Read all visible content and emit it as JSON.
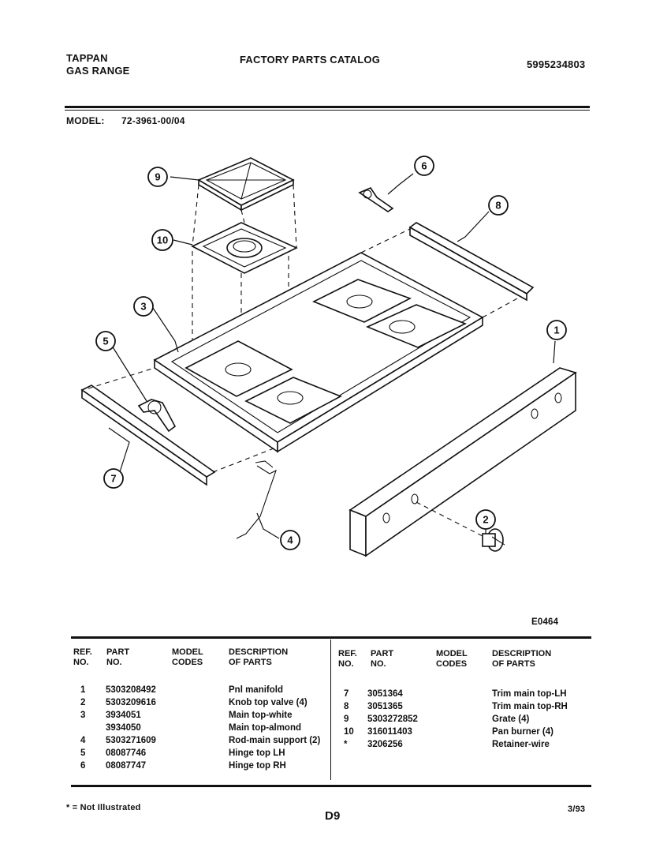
{
  "header": {
    "brand": "TAPPAN",
    "product": "GAS RANGE",
    "catalog_title": "FACTORY PARTS CATALOG",
    "catalog_number": "5995234803",
    "model_label": "MODEL:",
    "model_value": "72-3961-00/04"
  },
  "diagram": {
    "code": "E0464",
    "callouts": [
      "1",
      "2",
      "3",
      "4",
      "5",
      "6",
      "7",
      "8",
      "9",
      "10"
    ]
  },
  "table": {
    "headers": {
      "ref": "REF.",
      "ref2": "NO.",
      "part": "PART",
      "part2": "NO.",
      "model": "MODEL",
      "model2": "CODES",
      "desc": "DESCRIPTION",
      "desc2": "OF PARTS"
    },
    "left": {
      "refs": [
        "1",
        "2",
        "3",
        "",
        "4",
        "5",
        "6"
      ],
      "parts": [
        "5303208492",
        "5303209616",
        "3934051",
        "3934050",
        "5303271609",
        "08087746",
        "08087747"
      ],
      "descriptions": [
        "Pnl manifold",
        "Knob top valve (4)",
        "Main top-white",
        "Main top-almond",
        "Rod-main support (2)",
        "Hinge top LH",
        "Hinge top RH"
      ]
    },
    "right": {
      "refs": [
        "7",
        "8",
        "9",
        "10",
        "*"
      ],
      "parts": [
        "3051364",
        "3051365",
        "5303272852",
        "316011403",
        "3206256"
      ],
      "descriptions": [
        "Trim main top-LH",
        "Trim main top-RH",
        "Grate (4)",
        "Pan burner (4)",
        "Retainer-wire"
      ]
    }
  },
  "footer": {
    "note": "* = Not Illustrated",
    "page_code": "D9",
    "date": "3/93"
  }
}
